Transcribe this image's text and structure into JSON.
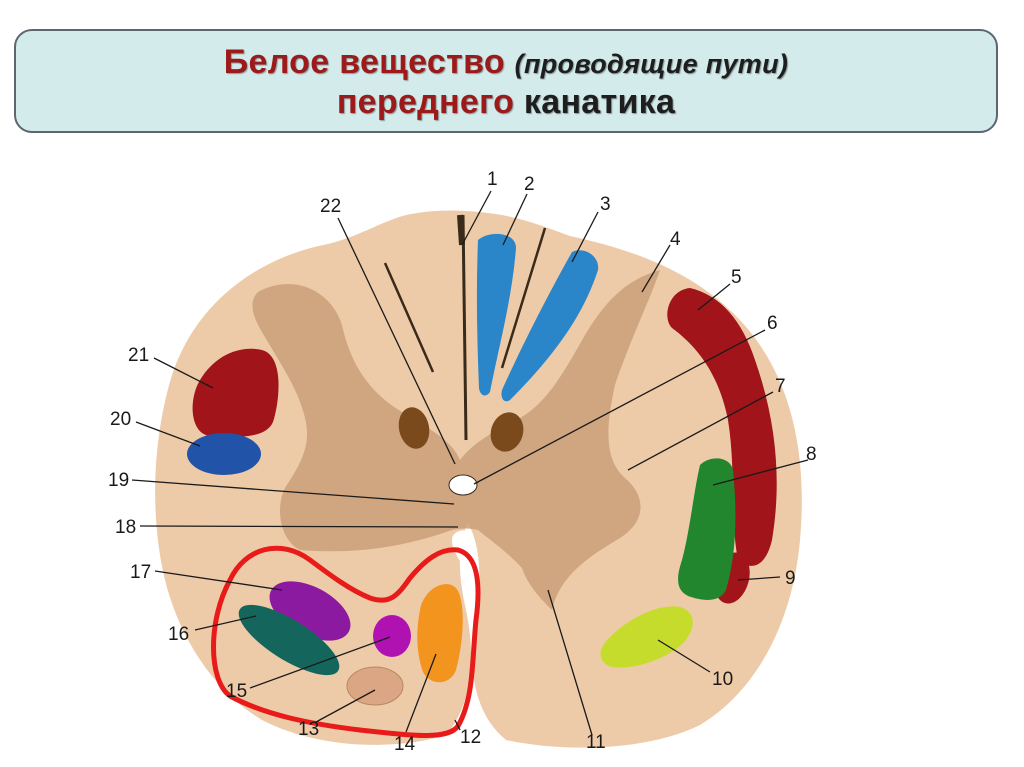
{
  "title": {
    "part1": "Белое вещество",
    "part2": "(проводящие пути)",
    "part3": "переднего",
    "part4": "канатика"
  },
  "labels": [
    "1",
    "2",
    "3",
    "4",
    "5",
    "6",
    "7",
    "8",
    "9",
    "10",
    "11",
    "12",
    "13",
    "14",
    "15",
    "16",
    "17",
    "18",
    "19",
    "20",
    "21",
    "22"
  ],
  "colors": {
    "white_matter": "#eecba8",
    "gray_matter": "#caa07a",
    "tract_blue": "#2a86c9",
    "tract_red": "#a0141a",
    "tract_navy": "#2153a8",
    "tract_green": "#22862e",
    "tract_yellow": "#c6dc2c",
    "tract_purple": "#8c1aa0",
    "tract_teal": "#14655c",
    "tract_magenta": "#b012b2",
    "tract_peach": "#dba684",
    "tract_orange": "#f3941e",
    "nucleus_brown": "#7a4a1c",
    "highlight_outline": "#e81a1a"
  }
}
